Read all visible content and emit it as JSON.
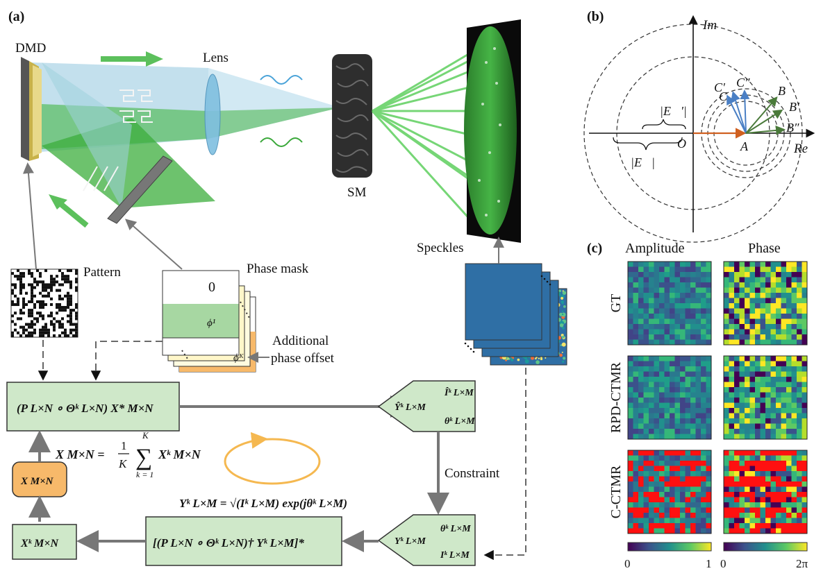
{
  "panels": {
    "a": "(a)",
    "b": "(b)",
    "c": "(c)"
  },
  "optics": {
    "dmd": "DMD",
    "lens": "Lens",
    "sm": "SM",
    "pattern": "Pattern",
    "phase_mask": "Phase mask",
    "speckles": "Speckles",
    "phase_zero": "0",
    "phi1": "ϕ¹",
    "phiK": "ϕᴷ",
    "additional_1": "Additional",
    "additional_2": "phase offset"
  },
  "flow": {
    "forward": "(P L×N ∘ Θᵏ L×N) X* M×N",
    "avg_lhs": "X M×N =",
    "avg_frac_num": "1",
    "avg_frac_den": "K",
    "avg_sum_top": "K",
    "avg_sum_bottom": "k = 1",
    "avg_rhs": "Xᵏ M×N",
    "x_box": "X M×N",
    "pred_y": "Ŷᵏ L×M",
    "pred_i": "Îᵏ L×M",
    "pred_theta": "θᵏ L×M",
    "constraint": "Constraint",
    "y_formula": "Yᵏ L×M = √(Iᵏ L×M) exp(jθᵏ L×M)",
    "backward": "[(P L×N ∘ Θᵏ L×N)† Yᵏ L×M]*",
    "xk_box": "Xᵏ M×N",
    "meas_y": "Yᵏ L×M",
    "meas_theta": "θᵏ L×M",
    "meas_i": "Iᵏ L×M"
  },
  "phasor": {
    "im": "Im",
    "re": "Re",
    "origin": "O",
    "a": "A",
    "b": "B",
    "b1": "B′",
    "b2": "B″",
    "c": "C",
    "c1": "C′",
    "c2": "C″",
    "e": "|E⃗|",
    "e1": "|E⃗′|"
  },
  "grid": {
    "col_amplitude": "Amplitude",
    "col_phase": "Phase",
    "rows": [
      "GT",
      "RPD-CTMR",
      "C-CTMR"
    ],
    "amp_min": "0",
    "amp_max": "1",
    "phase_min": "0",
    "phase_max": "2π"
  },
  "colors": {
    "green_box": "#cfe8c9",
    "orange_box": "#f7b96a",
    "arrow": "#777777",
    "beam": "#4cc34c"
  }
}
